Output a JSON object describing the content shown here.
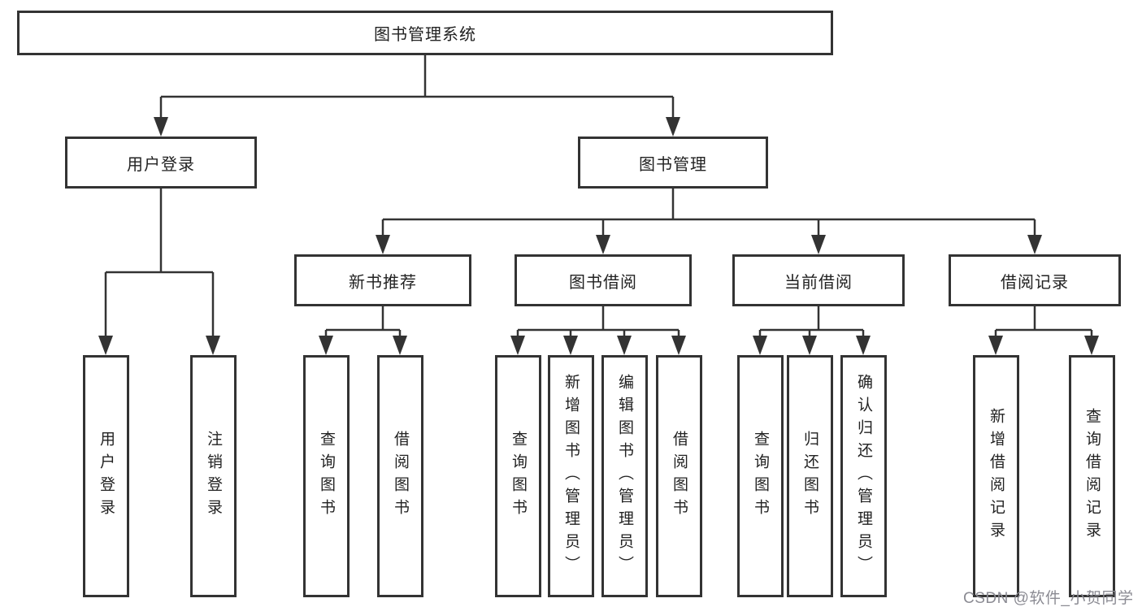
{
  "diagram": {
    "title": "图书管理系统",
    "colors": {
      "line": "#333333",
      "box_border": "#333333",
      "box_background": "#ffffff",
      "text": "#222222",
      "watermark_text": "#8b8b93"
    },
    "nodes": {
      "root": {
        "label": "图书管理系统"
      },
      "level2": [
        {
          "label": "用户登录"
        },
        {
          "label": "图书管理"
        }
      ],
      "level3": [
        {
          "label": "新书推荐",
          "parent": "图书管理"
        },
        {
          "label": "图书借阅",
          "parent": "图书管理"
        },
        {
          "label": "当前借阅",
          "parent": "图书管理"
        },
        {
          "label": "借阅记录",
          "parent": "图书管理"
        }
      ],
      "leaves": [
        {
          "label": "用户登录",
          "parent": "用户登录"
        },
        {
          "label": "注销登录",
          "parent": "用户登录"
        },
        {
          "label": "查询图书",
          "parent": "新书推荐"
        },
        {
          "label": "借阅图书",
          "parent": "新书推荐"
        },
        {
          "label": "查询图书",
          "parent": "图书借阅"
        },
        {
          "label": "新增图书（管理员）",
          "parent": "图书借阅"
        },
        {
          "label": "编辑图书（管理员）",
          "parent": "图书借阅"
        },
        {
          "label": "借阅图书",
          "parent": "图书借阅"
        },
        {
          "label": "查询图书",
          "parent": "当前借阅"
        },
        {
          "label": "归还图书",
          "parent": "当前借阅"
        },
        {
          "label": "确认归还（管理员）",
          "parent": "当前借阅"
        },
        {
          "label": "新增借阅记录",
          "parent": "借阅记录"
        },
        {
          "label": "查询借阅记录",
          "parent": "借阅记录"
        }
      ]
    },
    "watermark": "CSDN @软件_小贺同学"
  }
}
